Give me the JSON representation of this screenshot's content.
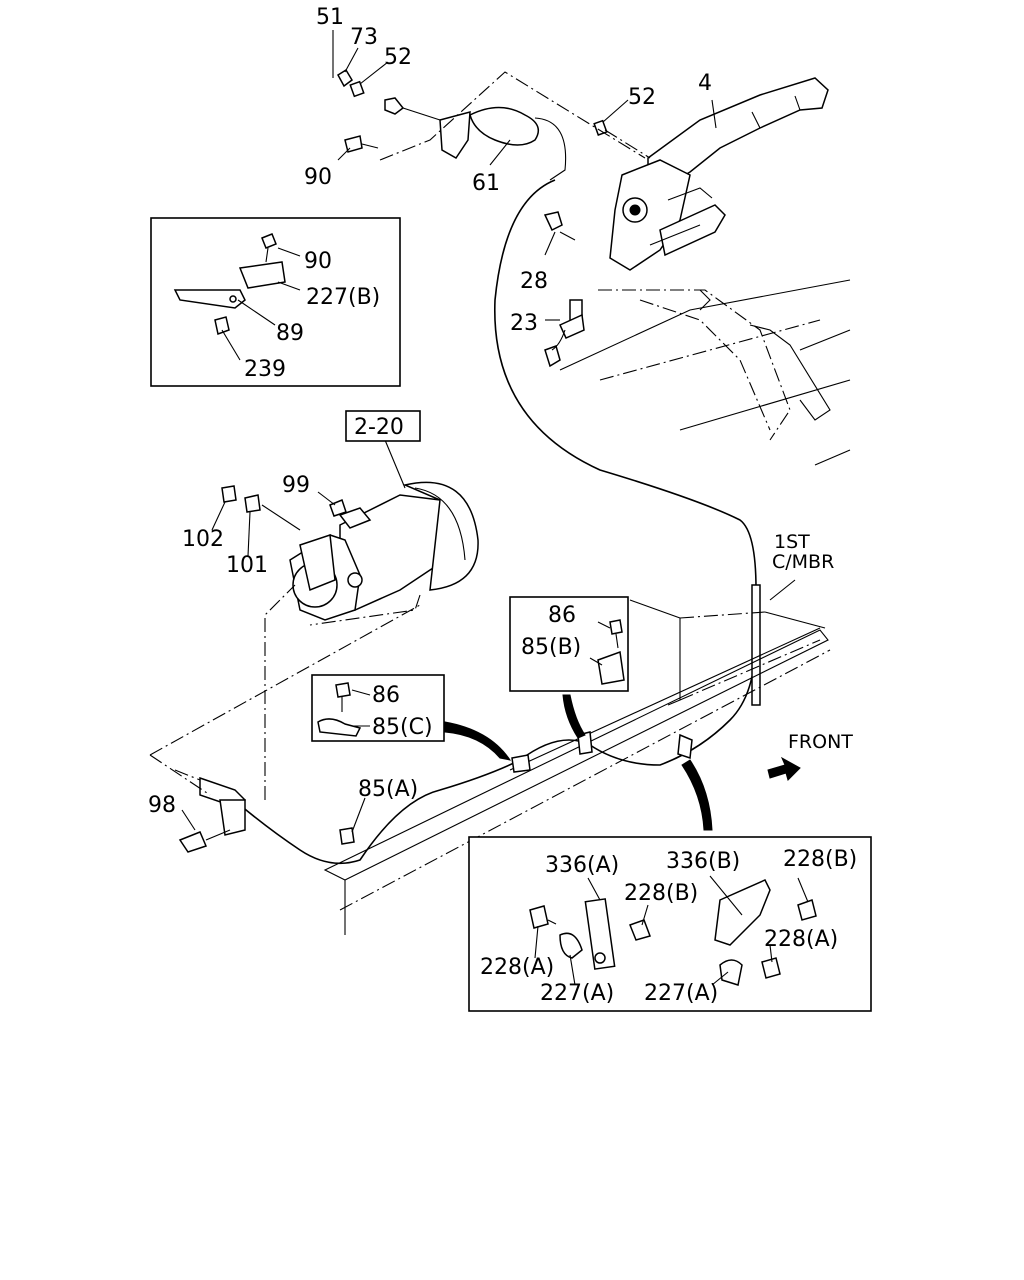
{
  "labels": {
    "p51": "51",
    "p73": "73",
    "p52a": "52",
    "p52b": "52",
    "p4": "4",
    "p90a": "90",
    "p61": "61",
    "p28": "28",
    "p23": "23",
    "p90b": "90",
    "p227b_top": "227(B)",
    "p89": "89",
    "p239": "239",
    "ref_2_20": "2-20",
    "p99": "99",
    "p102": "102",
    "p101": "101",
    "cross_member_1": "1ST",
    "cross_member_2": "C/MBR",
    "p86a": "86",
    "p85b": "85(B)",
    "p86b": "86",
    "p85c": "85(C)",
    "front": "FRONT",
    "p98": "98",
    "p85a": "85(A)",
    "p336a": "336(A)",
    "p336b": "336(B)",
    "p228b_1": "228(B)",
    "p228b_2": "228(B)",
    "p228a_1": "228(A)",
    "p228a_2": "228(A)",
    "p227a_1": "227(A)",
    "p227a_2": "227(A)"
  }
}
